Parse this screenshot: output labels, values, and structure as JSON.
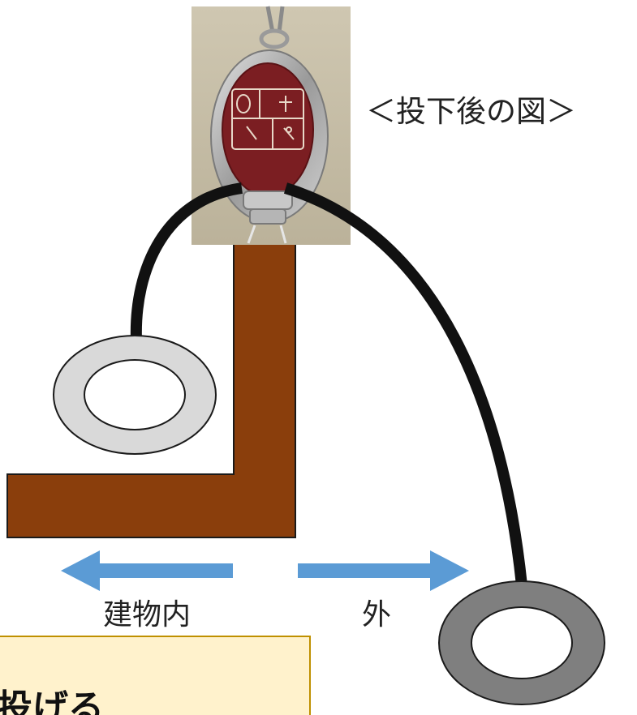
{
  "diagram": {
    "title": "＜投下後の図＞",
    "inside_label": "建物内",
    "outside_label": "外",
    "note_text": "投げる"
  },
  "colors": {
    "wall": "#8a3e0c",
    "rope": "#111111",
    "arrow": "#5b9bd5",
    "ring_inside": "#d9d9d9",
    "ring_outside": "#7f7f7f",
    "note_fill": "#fff2cc",
    "note_border": "#bf9000",
    "device_body": "#7b1e22"
  },
  "icons": {
    "device": "descender-device-icon",
    "left_arrow": "arrow-left-icon",
    "right_arrow": "arrow-right-icon"
  }
}
